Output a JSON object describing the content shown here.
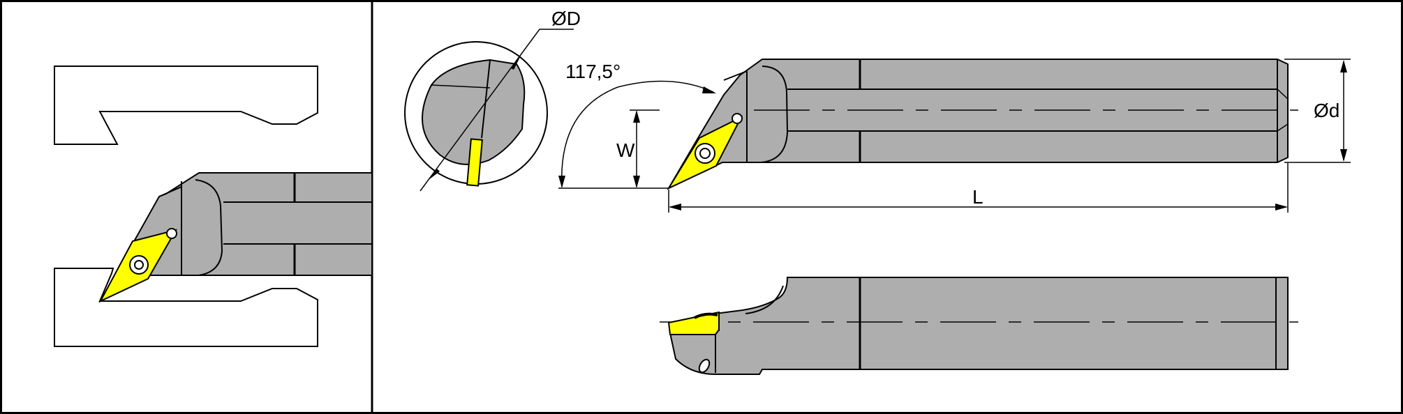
{
  "dimensions": {
    "bore_diameter": "ØD",
    "bar_diameter": "Ød",
    "cutting_angle": "117,5°",
    "offset": "W",
    "length": "L"
  },
  "colors": {
    "holder": "#aeaeae",
    "insert": "#ffff00",
    "outline": "#000000",
    "background": "#ffffff"
  }
}
